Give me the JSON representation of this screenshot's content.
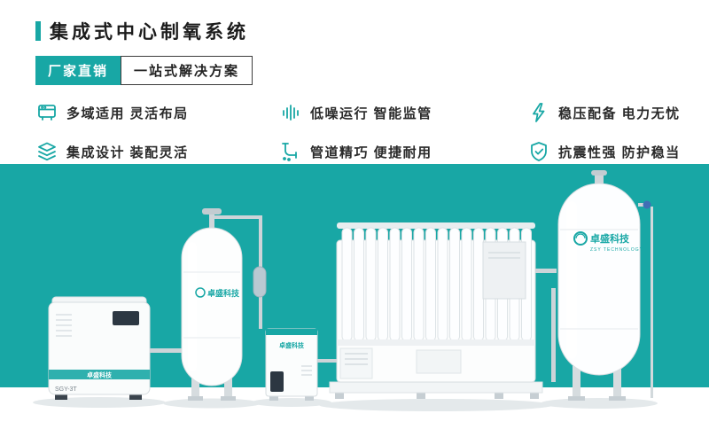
{
  "colors": {
    "teal": "#18a7a5",
    "dark_text": "#222222",
    "hero_background": "#18a7a5"
  },
  "header": {
    "title": "集成式中心制氧系统",
    "badge_primary": "厂家直销",
    "badge_secondary": "一站式解决方案"
  },
  "features": [
    {
      "icon": "machine-icon",
      "text": "多域适用 灵活布局"
    },
    {
      "icon": "sound-waves-icon",
      "text": "低噪运行 智能监管"
    },
    {
      "icon": "lightning-icon",
      "text": "稳压配备 电力无忧"
    },
    {
      "icon": "layers-icon",
      "text": "集成设计 装配灵活"
    },
    {
      "icon": "pipe-icon",
      "text": "管道精巧 便捷耐用"
    },
    {
      "icon": "shield-check-icon",
      "text": "抗震性强 防护稳当"
    }
  ],
  "equipment": {
    "brand": "卓盛科技",
    "brand_sub": "ZSY TECHNOLOGY",
    "compressor_model": "SGY-3T"
  }
}
